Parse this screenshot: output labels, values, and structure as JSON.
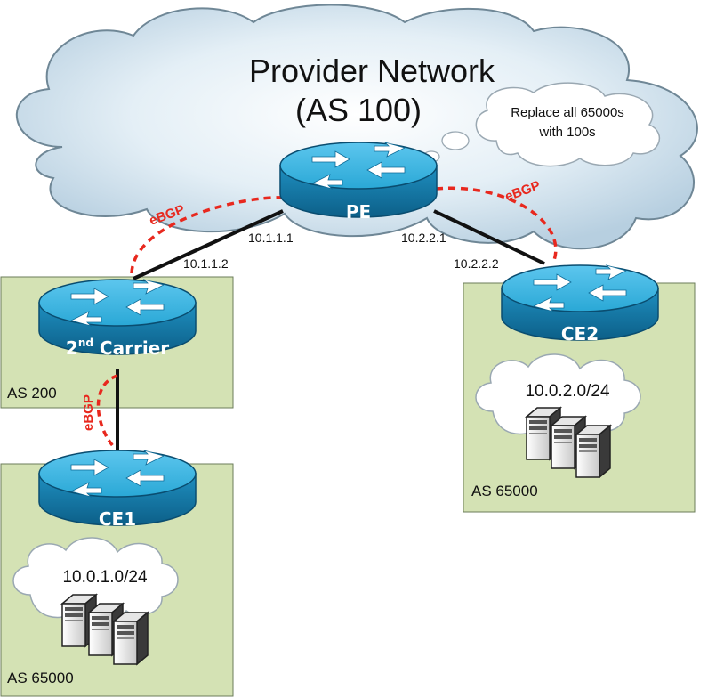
{
  "cloud": {
    "title_line1": "Provider Network",
    "title_line2": "(AS 100)"
  },
  "thought": {
    "line1": "Replace all 65000s",
    "line2": "with 100s"
  },
  "routers": {
    "pe": {
      "label": "PE"
    },
    "carrier": {
      "label_pre": "2",
      "label_sup": "nd",
      "label_post": " Carrier"
    },
    "ce1": {
      "label": "CE1"
    },
    "ce2": {
      "label": "CE2"
    }
  },
  "links": {
    "pe_left_ip": "10.1.1.1",
    "carrier_ip": "10.1.1.2",
    "pe_right_ip": "10.2.2.1",
    "ce2_ip": "10.2.2.2"
  },
  "sessions": {
    "left": "eBGP",
    "right": "eBGP",
    "carrier_ce1": "eBGP"
  },
  "sites": {
    "as200": {
      "label": "AS 200"
    },
    "ce1_site": {
      "label": "AS 65000",
      "subnet": "10.0.1.0/24"
    },
    "ce2_site": {
      "label": "AS 65000",
      "subnet": "10.0.2.0/24"
    }
  },
  "colors": {
    "cloud_fill": "#cfe1ee",
    "router_blue": "#2aa8d6",
    "site_green": "#d4e2b4",
    "bgp_red": "#e8281e"
  }
}
